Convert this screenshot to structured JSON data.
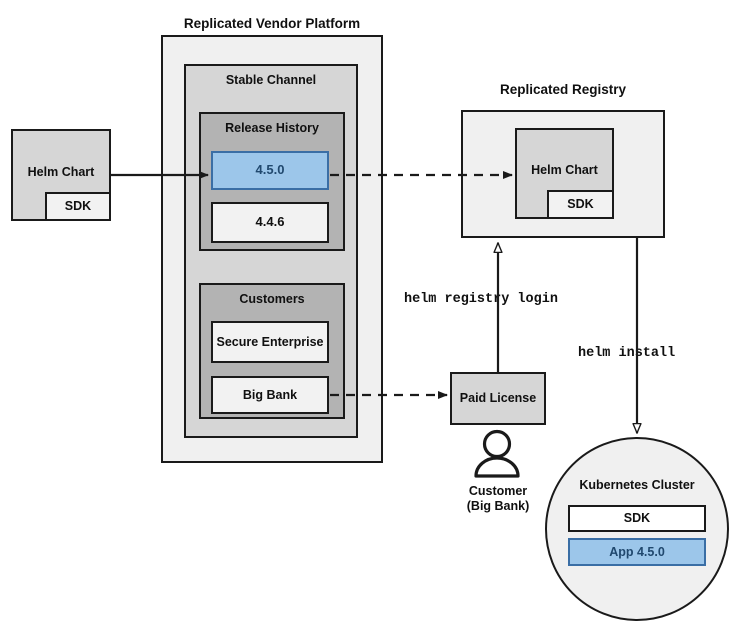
{
  "diagram": {
    "title_vendor_platform": "Replicated Vendor Platform",
    "title_registry": "Replicated Registry",
    "source_chart": {
      "name": "Helm Chart",
      "sdk": "SDK"
    },
    "stable_channel": {
      "label": "Stable Channel",
      "release_history": {
        "label": "Release History",
        "releases": [
          {
            "version": "4.5.0",
            "highlighted": true
          },
          {
            "version": "4.4.6",
            "highlighted": false
          }
        ]
      },
      "customers": {
        "label": "Customers",
        "items": [
          {
            "name": "Secure Enterprise"
          },
          {
            "name": "Big Bank"
          }
        ]
      }
    },
    "registry": {
      "chart": "Helm Chart",
      "sdk": "SDK"
    },
    "license": {
      "label": "Paid License"
    },
    "customer_actor": {
      "icon": "person-icon",
      "line1": "Customer",
      "line2": "(Big Bank)"
    },
    "commands": {
      "registry_login": "helm registry login",
      "install": "helm install"
    },
    "cluster": {
      "label": "Kubernetes Cluster",
      "components": [
        {
          "name": "SDK",
          "highlighted": false
        },
        {
          "name": "App 4.5.0",
          "highlighted": true
        }
      ]
    },
    "colors": {
      "highlight_fill": "#9cc6ea",
      "highlight_border": "#3a6ea5",
      "highlight_text": "#20486e",
      "stroke": "#1a1a1a",
      "fill_lightest": "#f0f0f0",
      "fill_light": "#d6d6d6",
      "fill_mid": "#b3b3b3",
      "fill_white": "#f2f2f2"
    }
  }
}
